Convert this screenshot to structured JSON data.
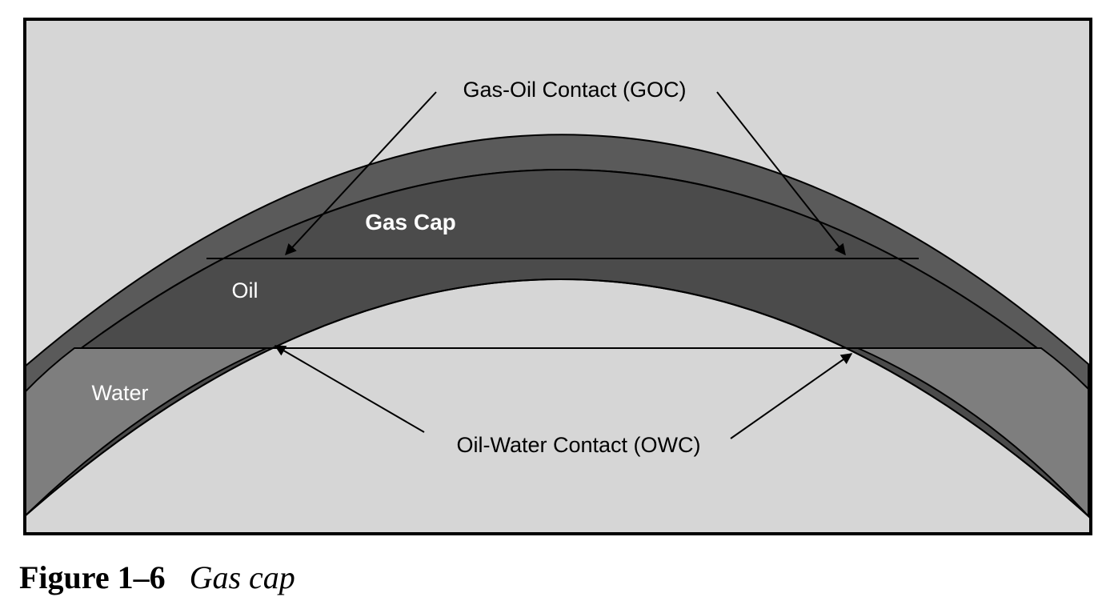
{
  "diagram": {
    "labels": {
      "goc": "Gas-Oil Contact (GOC)",
      "gas_cap": "Gas Cap",
      "oil": "Oil",
      "water": "Water",
      "owc": "Oil-Water Contact (OWC)"
    },
    "colors": {
      "background": "#d6d6d6",
      "cap_rock": "#5a5a5a",
      "gas_cap": "#4b4b4b",
      "oil": "#4b4b4b",
      "water": "#7e7e7e",
      "outline": "#000000",
      "label_light": "#ffffff",
      "label_dark": "#000000"
    }
  },
  "caption": {
    "number": "Figure 1–6",
    "title": "Gas cap"
  }
}
